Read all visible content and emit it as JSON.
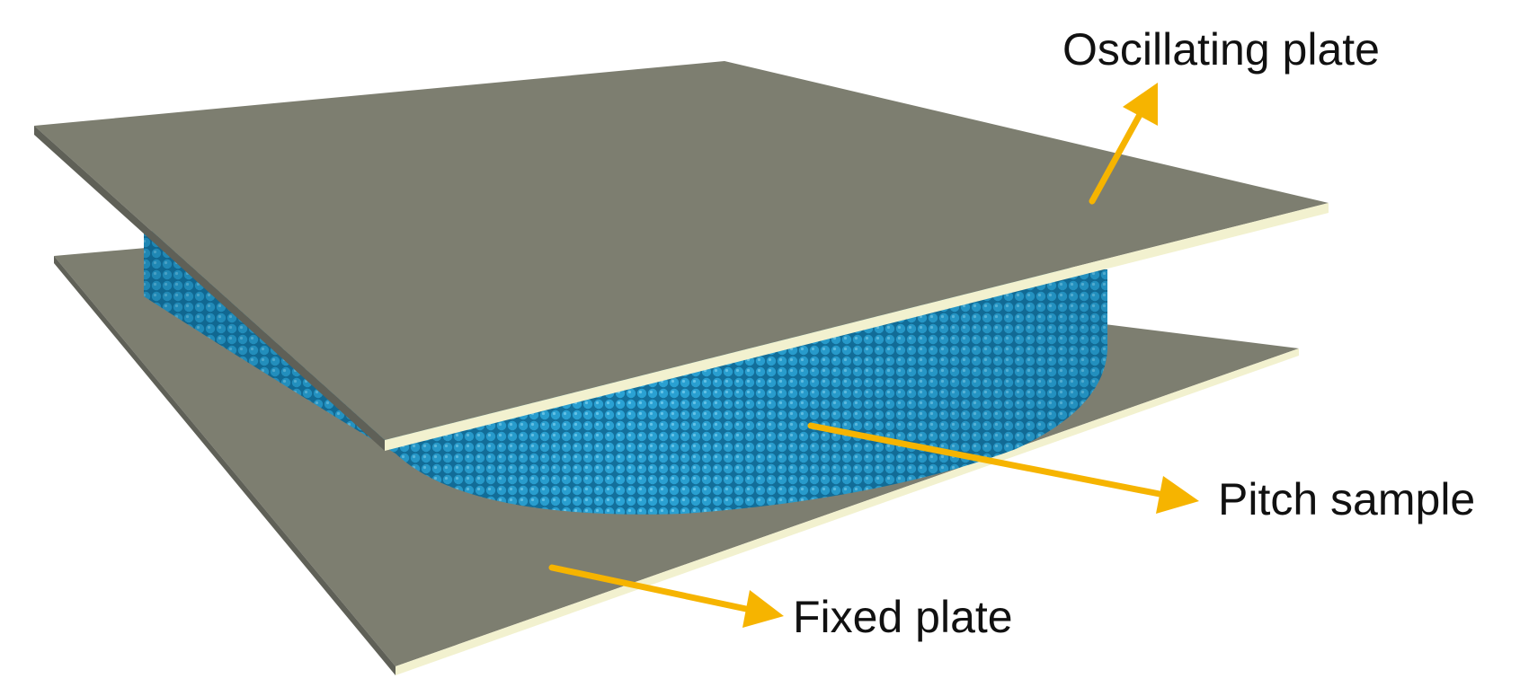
{
  "labels": {
    "oscillating_plate": "Oscillating plate",
    "pitch_sample": "Pitch sample",
    "fixed_plate": "Fixed plate"
  },
  "colors": {
    "plate_face": "#7d7e70",
    "plate_edge_light": "#f2f1cf",
    "plate_edge_dark": "#5f6057",
    "sample_base": "#1a86b8",
    "sample_bead": "#2aa2d4",
    "sample_shadow": "#0b5478",
    "arrow": "#f6b400",
    "text": "#111111"
  }
}
